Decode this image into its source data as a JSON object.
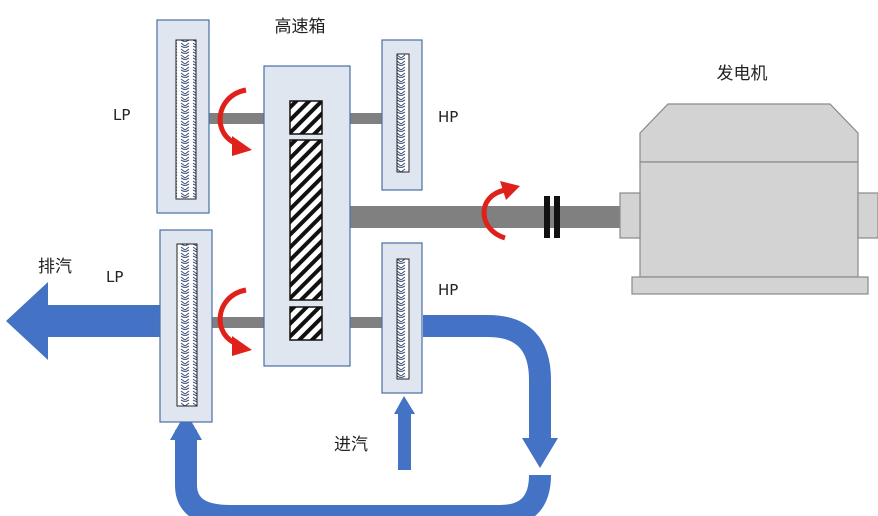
{
  "labels": {
    "gearbox": "高速箱",
    "generator": "发电机",
    "lp_top": "LP",
    "hp_top": "HP",
    "lp_bottom": "LP",
    "hp_bottom": "HP",
    "exhaust": "排汽",
    "steam_inlet": "进汽"
  },
  "colors": {
    "flow": "#4472c4",
    "rotation": "#e0201b",
    "shaft": "#808080",
    "housing": "#dfe6ef",
    "housing_stroke": "#4a6fa5",
    "generator": "#d3d3d3",
    "generator_stroke": "#8a8a8a"
  },
  "icons": {
    "rotation": "curved-rotation-arrow",
    "flow": "flow-arrow"
  }
}
